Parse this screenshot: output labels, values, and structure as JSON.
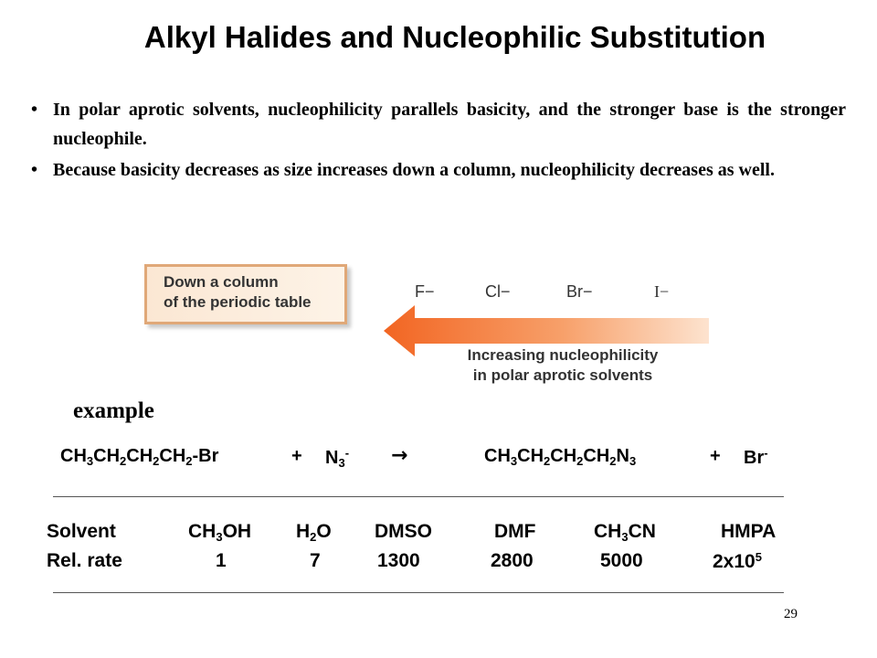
{
  "slide": {
    "title": "Alkyl Halides and Nucleophilic Substitution",
    "bullets": [
      "In polar aprotic solvents, nucleophilicity parallels basicity, and the stronger base is the stronger nucleophile.",
      "Because basicity decreases as size increases down a column, nucleophilicity decreases as well."
    ],
    "page_number": "29"
  },
  "figure": {
    "callout_line1": "Down a column",
    "callout_line2": "of the periodic table",
    "ions": [
      "F−",
      "Cl−",
      "Br−",
      "I−"
    ],
    "arrow_line1": "Increasing nucleophilicity",
    "arrow_line2": "in polar aprotic solvents",
    "colors": {
      "arrow": "#f47a3c",
      "callout_border": "#e0a878"
    }
  },
  "example": {
    "label": "example",
    "reactant": {
      "p1": "CH",
      "s1": "3",
      "p2": "CH",
      "s2": "2",
      "p3": "CH",
      "s3": "2",
      "p4": "CH",
      "s4": "2",
      "p5": "-Br"
    },
    "plus1": "+",
    "nucleophile": {
      "base": "N",
      "sub": "3",
      "sup": "-"
    },
    "arrow": "→",
    "product": {
      "p1": "CH",
      "s1": "3",
      "p2": "CH",
      "s2": "2",
      "p3": "CH",
      "s3": "2",
      "p4": "CH",
      "s4": "2",
      "p5": "N",
      "s5": "3"
    },
    "plus2": "+",
    "leaving": {
      "base": "Br",
      "sup": "-"
    }
  },
  "table": {
    "solvent_label": "Solvent",
    "rate_label": "Rel. rate",
    "solvents": [
      {
        "base": "CH",
        "sub": "3",
        "rest": "OH"
      },
      {
        "base": "H",
        "sub": "2",
        "rest": "O"
      },
      {
        "base": "DMSO",
        "sub": "",
        "rest": ""
      },
      {
        "base": "DMF",
        "sub": "",
        "rest": ""
      },
      {
        "base": "CH",
        "sub": "3",
        "rest": "CN"
      },
      {
        "base": "HMPA",
        "sub": "",
        "rest": ""
      }
    ],
    "rates": [
      "1",
      "7",
      "1300",
      "2800",
      "5000"
    ],
    "last_rate": {
      "base": "2x10",
      "sup": "5"
    }
  }
}
